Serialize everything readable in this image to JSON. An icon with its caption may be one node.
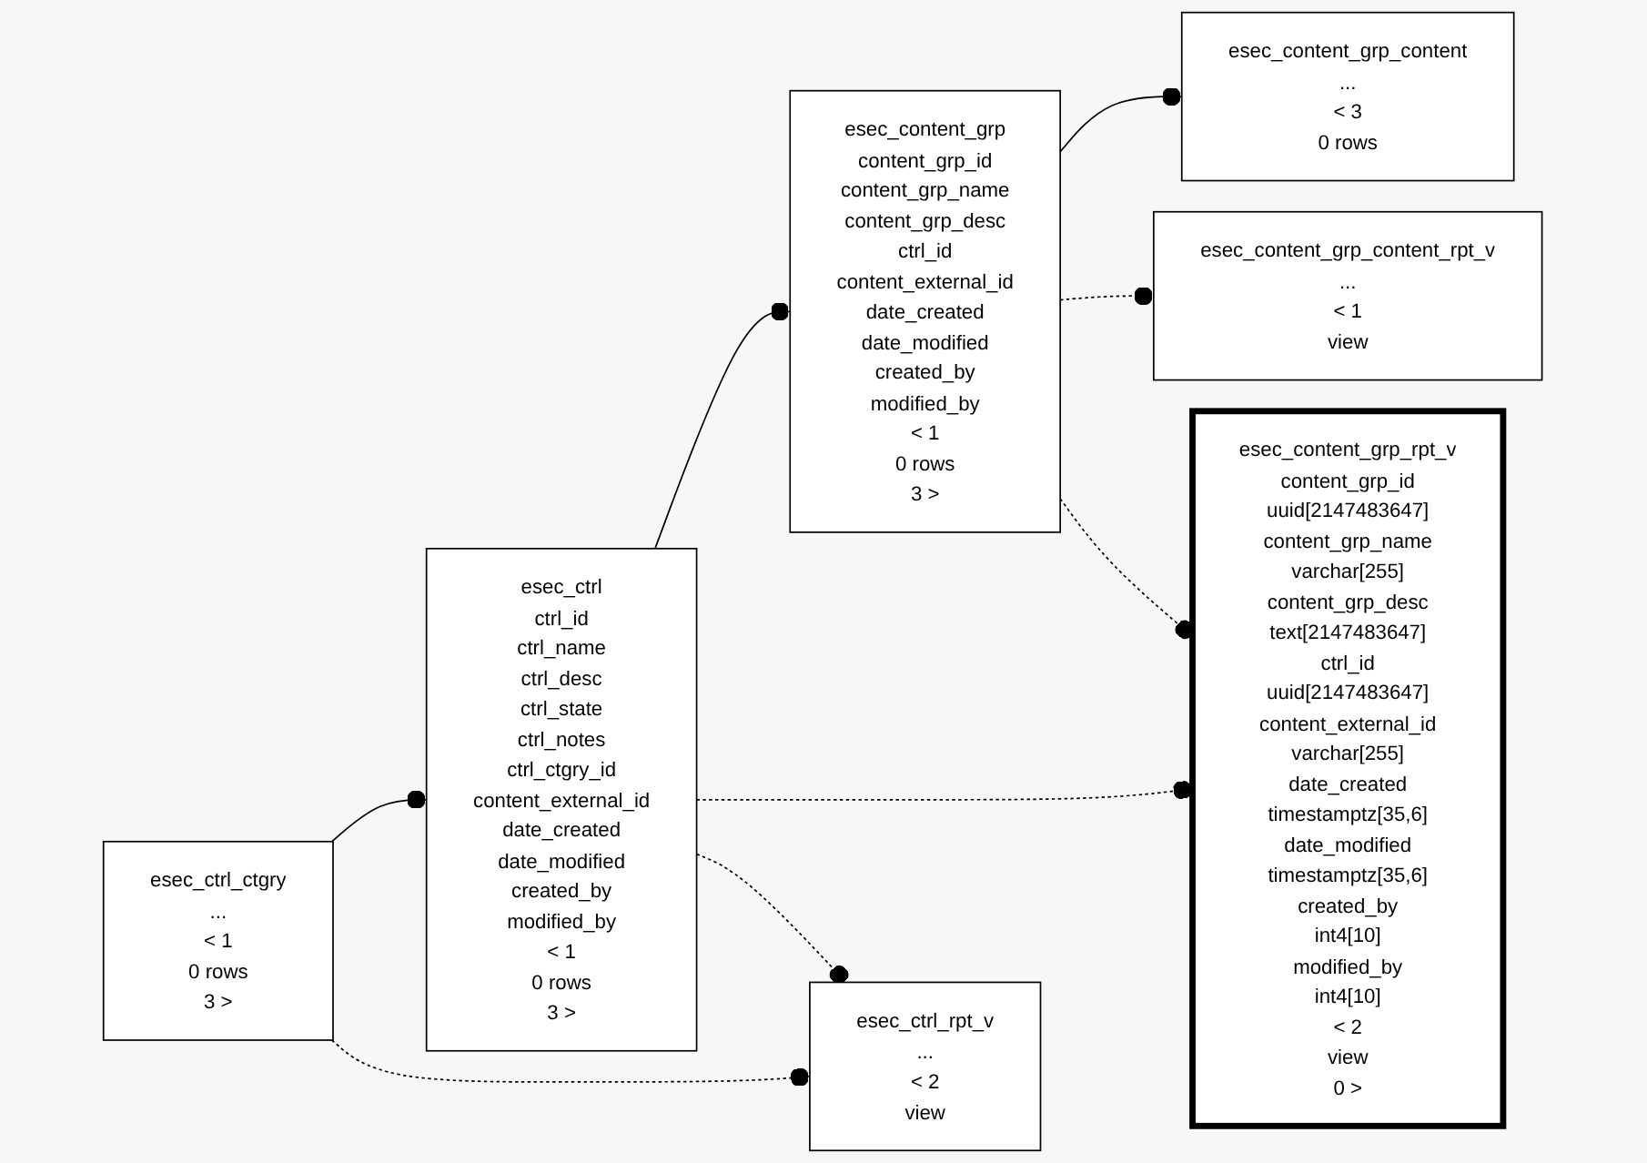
{
  "diagram": {
    "nodes": [
      {
        "text": [
          "esec_ctrl_ctgry",
          "...",
          "< 1",
          "0 rows",
          "3 >"
        ]
      },
      {
        "text": [
          "esec_ctrl",
          "ctrl_id",
          "ctrl_name",
          "ctrl_desc",
          "ctrl_state",
          "ctrl_notes",
          "ctrl_ctgry_id",
          "content_external_id",
          "date_created",
          "date_modified",
          "created_by",
          "modified_by",
          "< 1",
          "0 rows",
          "3 >"
        ]
      },
      {
        "text": [
          "esec_content_grp",
          "content_grp_id",
          "content_grp_name",
          "content_grp_desc",
          "ctrl_id",
          "content_external_id",
          "date_created",
          "date_modified",
          "created_by",
          "modified_by",
          "< 1",
          "0 rows",
          "3 >"
        ]
      },
      {
        "text": [
          "esec_content_grp_content",
          "...",
          "< 3",
          "0 rows"
        ]
      },
      {
        "text": [
          "esec_content_grp_content_rpt_v",
          "...",
          "< 1",
          "view"
        ]
      },
      {
        "text": [
          "esec_content_grp_rpt_v",
          "content_grp_id",
          "uuid[2147483647]",
          "content_grp_name",
          "varchar[255]",
          "content_grp_desc",
          "text[2147483647]",
          "ctrl_id",
          "uuid[2147483647]",
          "content_external_id",
          "varchar[255]",
          "date_created",
          "timestamptz[35,6]",
          "date_modified",
          "timestamptz[35,6]",
          "created_by",
          "int4[10]",
          "modified_by",
          "int4[10]",
          "< 2",
          "view",
          "0 >"
        ]
      },
      {
        "text": [
          "esec_ctrl_rpt_v",
          "...",
          "< 2",
          "view"
        ]
      }
    ],
    "edges": [
      {
        "from": 0,
        "to": 1,
        "arrow": "other"
      },
      {
        "from": 0,
        "to": 6,
        "arrow": "other",
        "style": "dashed"
      },
      {
        "from": 1,
        "to": 2,
        "arrow": "other"
      },
      {
        "from": 1,
        "to": 5,
        "arrow": "other",
        "style": "dashed"
      },
      {
        "from": 1,
        "to": 6,
        "arrow": "other",
        "style": "dashed"
      },
      {
        "from": 2,
        "to": 3,
        "arrow": "other"
      },
      {
        "from": 2,
        "to": 4,
        "arrow": "other",
        "style": "dashed"
      },
      {
        "from": 2,
        "to": 5,
        "arrow": "other",
        "style": "dashed"
      }
    ]
  }
}
